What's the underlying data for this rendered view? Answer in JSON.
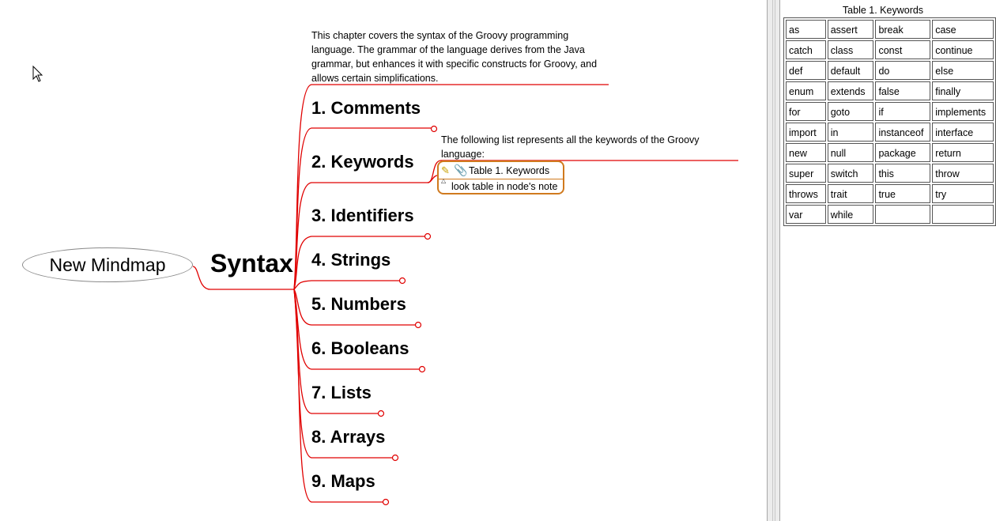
{
  "mindmap": {
    "root": "New Mindmap",
    "main": "Syntax",
    "description": "This chapter covers the syntax of the Groovy programming language. The grammar of the language derives from the Java grammar, but enhances it with specific constructs for Groovy, and allows certain simplifications.",
    "topics": [
      "1. Comments",
      "2. Keywords",
      "3. Identifiers",
      "4. Strings",
      "5. Numbers",
      "6. Booleans",
      "7. Lists",
      "8. Arrays",
      "9. Maps"
    ],
    "keywords_description": "The following list represents all the keywords of the Groovy language:",
    "table_node": {
      "title": "Table 1. Keywords",
      "note": "look table in node's note",
      "icons": [
        "edit-icon",
        "attachment-icon",
        "fold-triangle-icon"
      ]
    },
    "edge_color": "#e00000",
    "table_node_border_color": "#d07a1e"
  },
  "note_panel": {
    "caption": "Table 1. Keywords",
    "rows": [
      [
        "as",
        "assert",
        "break",
        "case"
      ],
      [
        "catch",
        "class",
        "const",
        "continue"
      ],
      [
        "def",
        "default",
        "do",
        "else"
      ],
      [
        "enum",
        "extends",
        "false",
        "finally"
      ],
      [
        "for",
        "goto",
        "if",
        "implements"
      ],
      [
        "import",
        "in",
        "instanceof",
        "interface"
      ],
      [
        "new",
        "null",
        "package",
        "return"
      ],
      [
        "super",
        "switch",
        "this",
        "throw"
      ],
      [
        "throws",
        "trait",
        "true",
        "try"
      ],
      [
        "var",
        "while",
        "",
        ""
      ]
    ]
  }
}
